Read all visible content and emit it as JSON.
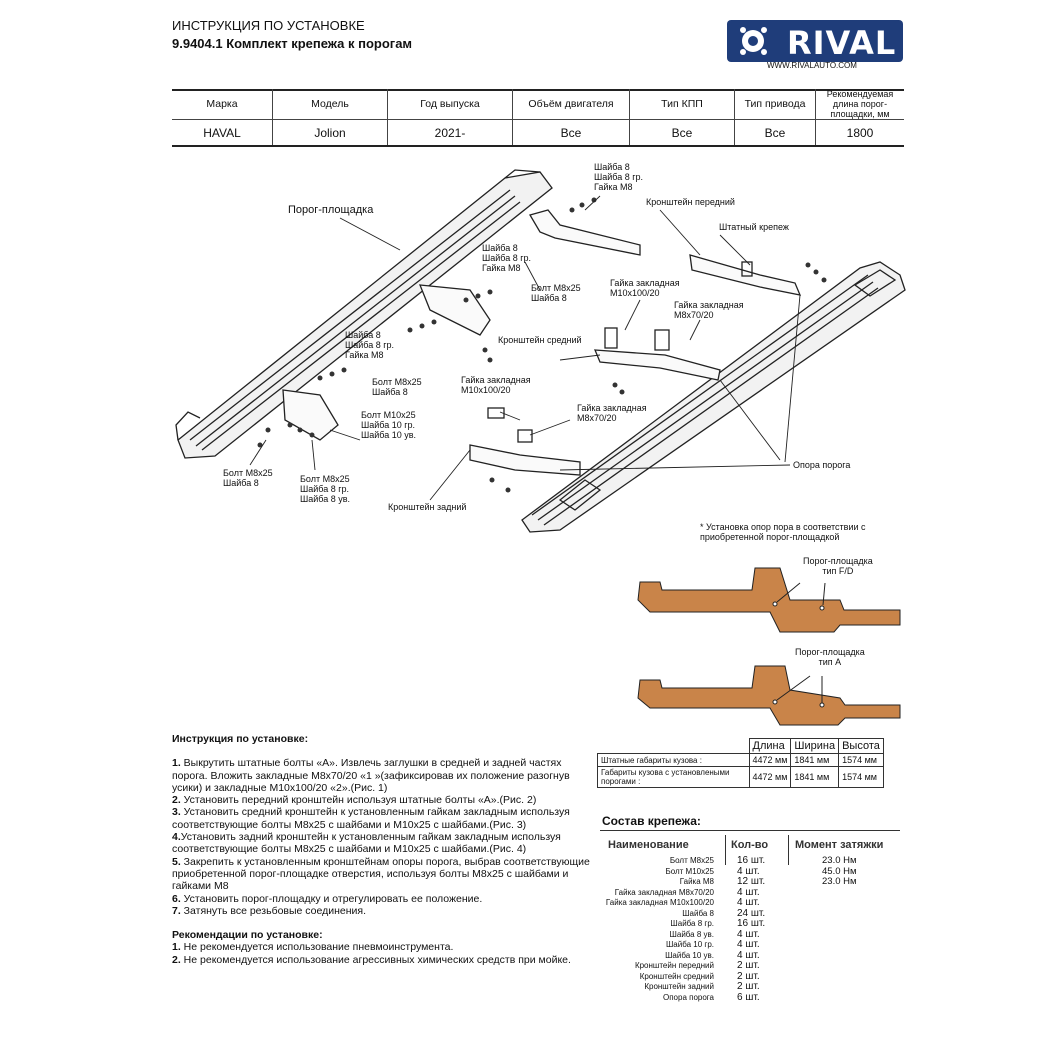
{
  "header": {
    "title": "ИНСТРУКЦИЯ ПО УСТАНОВКЕ",
    "subtitle": "9.9404.1 Комплект крепежа к порогам",
    "logo_text": "RIVAL",
    "logo_url": "WWW.RIVALAUTO.COM"
  },
  "spec_table": {
    "headers": [
      "Марка",
      "Модель",
      "Год выпуска",
      "Объём двигателя",
      "Тип КПП",
      "Тип привода",
      "Рекомендуемая длина порог-площадки, мм"
    ],
    "values": [
      "HAVAL",
      "Jolion",
      "2021-",
      "Все",
      "Все",
      "Все",
      "1800"
    ]
  },
  "diagram_labels": {
    "porog": "Порог-площадка",
    "w1": "Шайба 8\nШайба 8 гр.\nГайка М8",
    "kr_pered": "Кронштейн передний",
    "shtat": "Штатный крепеж",
    "w2": "Шайба 8\nШайба 8 гр.\nГайка М8",
    "bolt_w8_a": "Болт М8х25\nШайба 8",
    "gaika1": "Гайка закладная\nМ10х100/20",
    "gaika2": "Гайка закладная\nМ8х70/20",
    "kr_sred": "Кронштейн средний",
    "w3": "Шайба 8\nШайба 8 гр.\nГайка М8",
    "bolt_w8_b": "Болт М8х25\nШайба 8",
    "gaika3": "Гайка закладная\nМ10х100/20",
    "gaika4": "Гайка закладная\nМ8х70/20",
    "bolt10": "Болт М10х25\nШайба 10 гр.\nШайба 10 ув.",
    "opora": "Опора порога",
    "bolt_w8_c": "Болт М8х25\nШайба 8",
    "bolt_w8_d": "Болт М8х25\nШайба 8 гр.\nШайба 8 ув.",
    "kr_zad": "Кронштейн задний",
    "note": "* Установка опор пора в соответствии с\nприобретенной порог-площадкой",
    "type_fd": "Порог-площадка\nтип F/D",
    "type_a": "Порог-площадка\nтип А"
  },
  "instructions": {
    "title": "Инструкция по установке:",
    "steps": [
      [
        "1.",
        " Выкрутить штатные болты «А». Извлечь заглушки в средней и задней частях порога. Вложить закладные М8х70/20 «1 »(зафиксировав их положение разогнув усики) и закладные М10х100/20 «2».(Рис. 1)"
      ],
      [
        "2.",
        " Установить передний кронштейн используя штатные болты «А».(Рис. 2)"
      ],
      [
        "3.",
        " Установить средний кронштейн к установленным гайкам закладным используя соответствующие болты М8х25 с шайбами и М10х25 с шайбами.(Рис. 3)"
      ],
      [
        "4.",
        "Установить задний кронштейн к установленным гайкам закладным используя соответствующие болты М8х25 с шайбами и М10х25 с шайбами.(Рис. 4)"
      ],
      [
        "5.",
        " Закрепить к установленным кронштейнам опоры порога, выбрав соответствующие приобретенной порог-площадке отверстия, используя болты М8х25 с шайбами и гайками М8"
      ],
      [
        "6.",
        " Установить порог-площадку и отрегулировать ее положение."
      ],
      [
        "7.",
        " Затянуть все резьбовые соединения."
      ]
    ],
    "rec_title": "Рекомендации по установке:",
    "recs": [
      [
        "1.",
        " Не рекомендуется использование пневмоинструмента."
      ],
      [
        "2.",
        " Не рекомендуется использование агрессивных химических средств при мойке."
      ]
    ]
  },
  "dims_table": {
    "headers": [
      "",
      "Длина",
      "Ширина",
      "Высота"
    ],
    "rows": [
      [
        "Штатные габариты кузова :",
        "4472 мм",
        "1841 мм",
        "1574 мм"
      ],
      [
        "Габариты кузова с установлеными порогами :",
        "4472 мм",
        "1841 мм",
        "1574 мм"
      ]
    ]
  },
  "sostav": {
    "title": "Состав крепежа:",
    "headers": [
      "Наименование",
      "Кол-во",
      "Момент затяжки"
    ],
    "rows": [
      [
        "Болт М8х25",
        "16 шт.",
        "23.0 Нм"
      ],
      [
        "Болт М10х25",
        "4 шт.",
        "45.0 Нм"
      ],
      [
        "Гайка М8",
        "12 шт.",
        "23.0 Нм"
      ],
      [
        "Гайка закладная М8х70/20",
        "4 шт.",
        ""
      ],
      [
        "Гайка закладная М10х100/20",
        "4 шт.",
        ""
      ],
      [
        "Шайба 8",
        "24 шт.",
        ""
      ],
      [
        "Шайба 8 гр.",
        "16 шт.",
        ""
      ],
      [
        "Шайба 8 ув.",
        "4 шт.",
        ""
      ],
      [
        "Шайба 10 гр.",
        "4 шт.",
        ""
      ],
      [
        "Шайба 10 ув.",
        "4 шт.",
        ""
      ],
      [
        "Кронштейн передний",
        "2 шт.",
        ""
      ],
      [
        "Кронштейн средний",
        "2 шт.",
        ""
      ],
      [
        "Кронштейн задний",
        "2 шт.",
        ""
      ],
      [
        "Опора порога",
        "6 шт.",
        ""
      ]
    ]
  },
  "colors": {
    "logo_bg": "#1f3d7a",
    "bracket_fill": "#c98449"
  }
}
